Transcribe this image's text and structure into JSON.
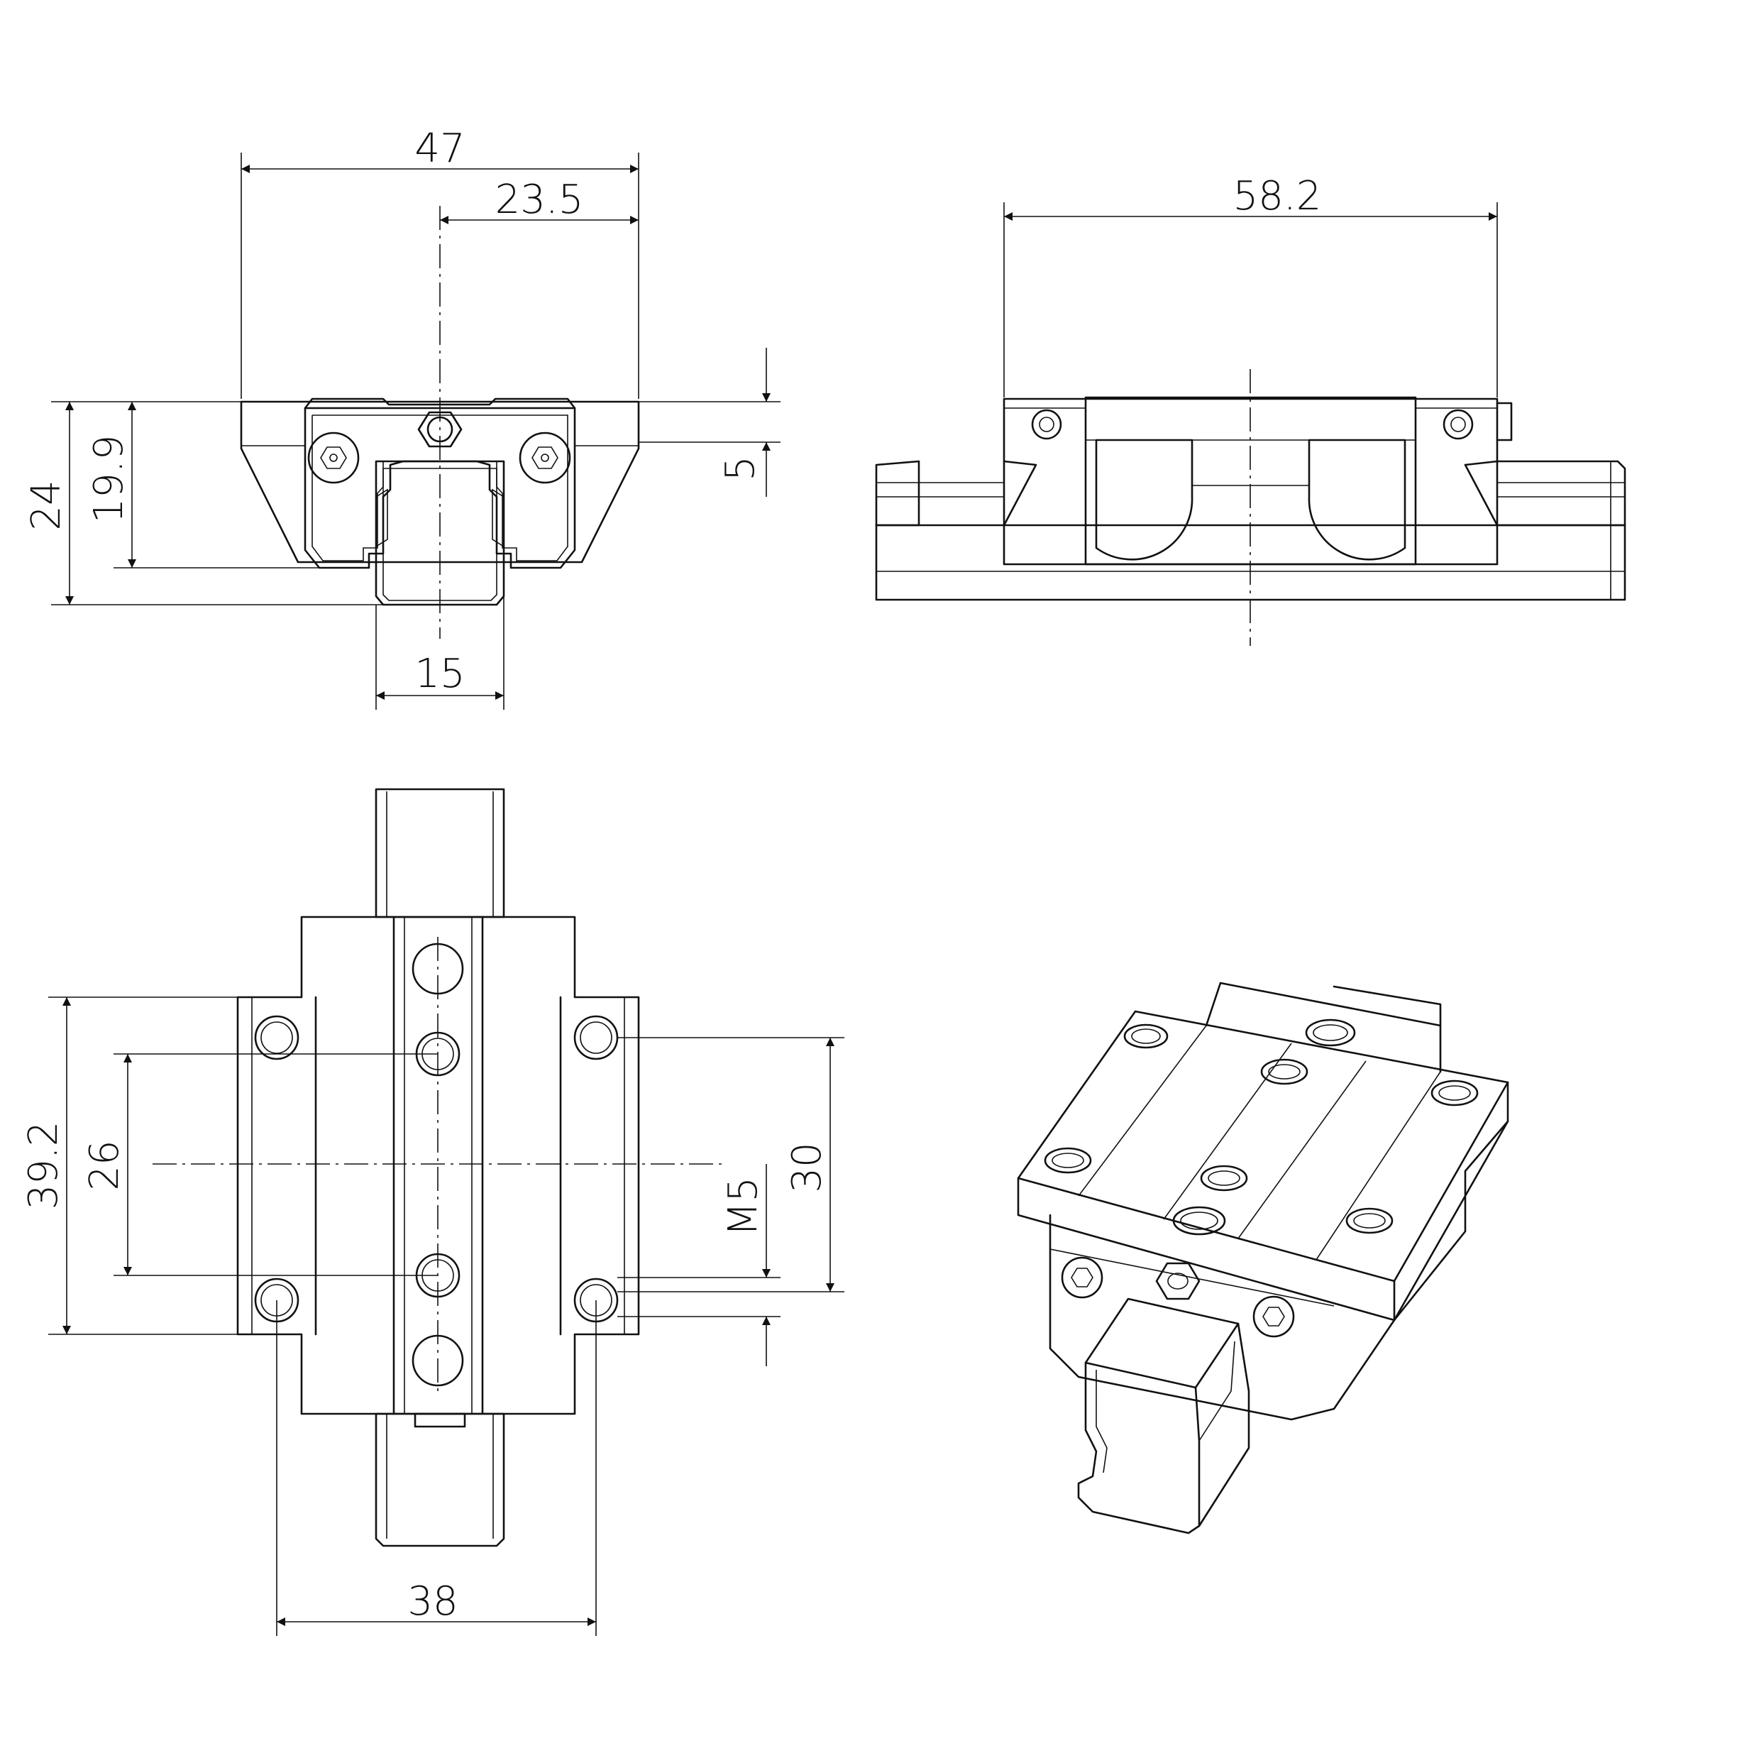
{
  "drawing": {
    "dimensions": {
      "width_total": "47",
      "half_width": "23.5",
      "height_total": "24",
      "height_block": "19.9",
      "top_offset": "5",
      "rail_width": "15",
      "length_total": "58.2",
      "carriage_length": "39.2",
      "hole_spacing_length": "26",
      "hole_spacing_length_2": "30",
      "thread": "M5",
      "hole_spacing_width": "38"
    }
  }
}
